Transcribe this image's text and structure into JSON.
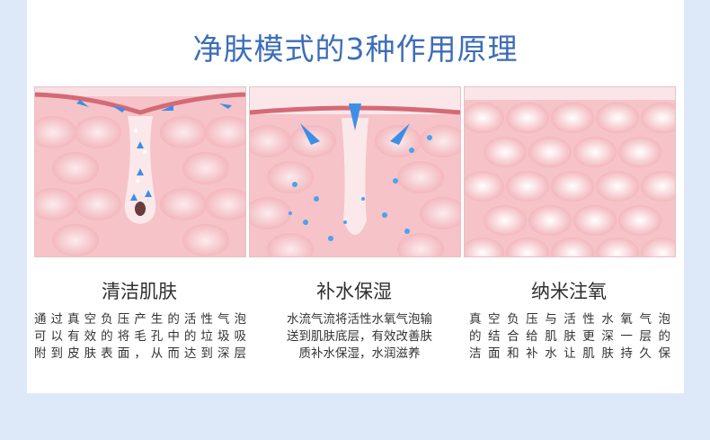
{
  "title": "净肤模式的3种作用原理",
  "colors": {
    "accent": "#3d6db8",
    "skin": "#f6c7cb",
    "arrow": "#3d8ee6",
    "background": "#dde9f8"
  },
  "panels": [
    {
      "icon": "pore-cleaning-illustration",
      "caption": "清洁肌肤",
      "lines": [
        "通过真空负压产生的活性气泡",
        "可以有效的将毛孔中的垃圾吸",
        "附到皮肤表面，从而达到深层"
      ]
    },
    {
      "icon": "water-infusion-illustration",
      "caption": "补水保湿",
      "lines": [
        "水流气流将活性水氧气泡输",
        "送到肌肤底层，有效改善肤",
        "质补水保湿，水润滋养"
      ]
    },
    {
      "icon": "nano-oxygen-illustration",
      "caption": "纳米注氧",
      "lines": [
        "真空负压与活性水氧气泡",
        "的结合给肌肤更深一层的",
        "洁面和补水让肌肤持久保"
      ]
    }
  ]
}
